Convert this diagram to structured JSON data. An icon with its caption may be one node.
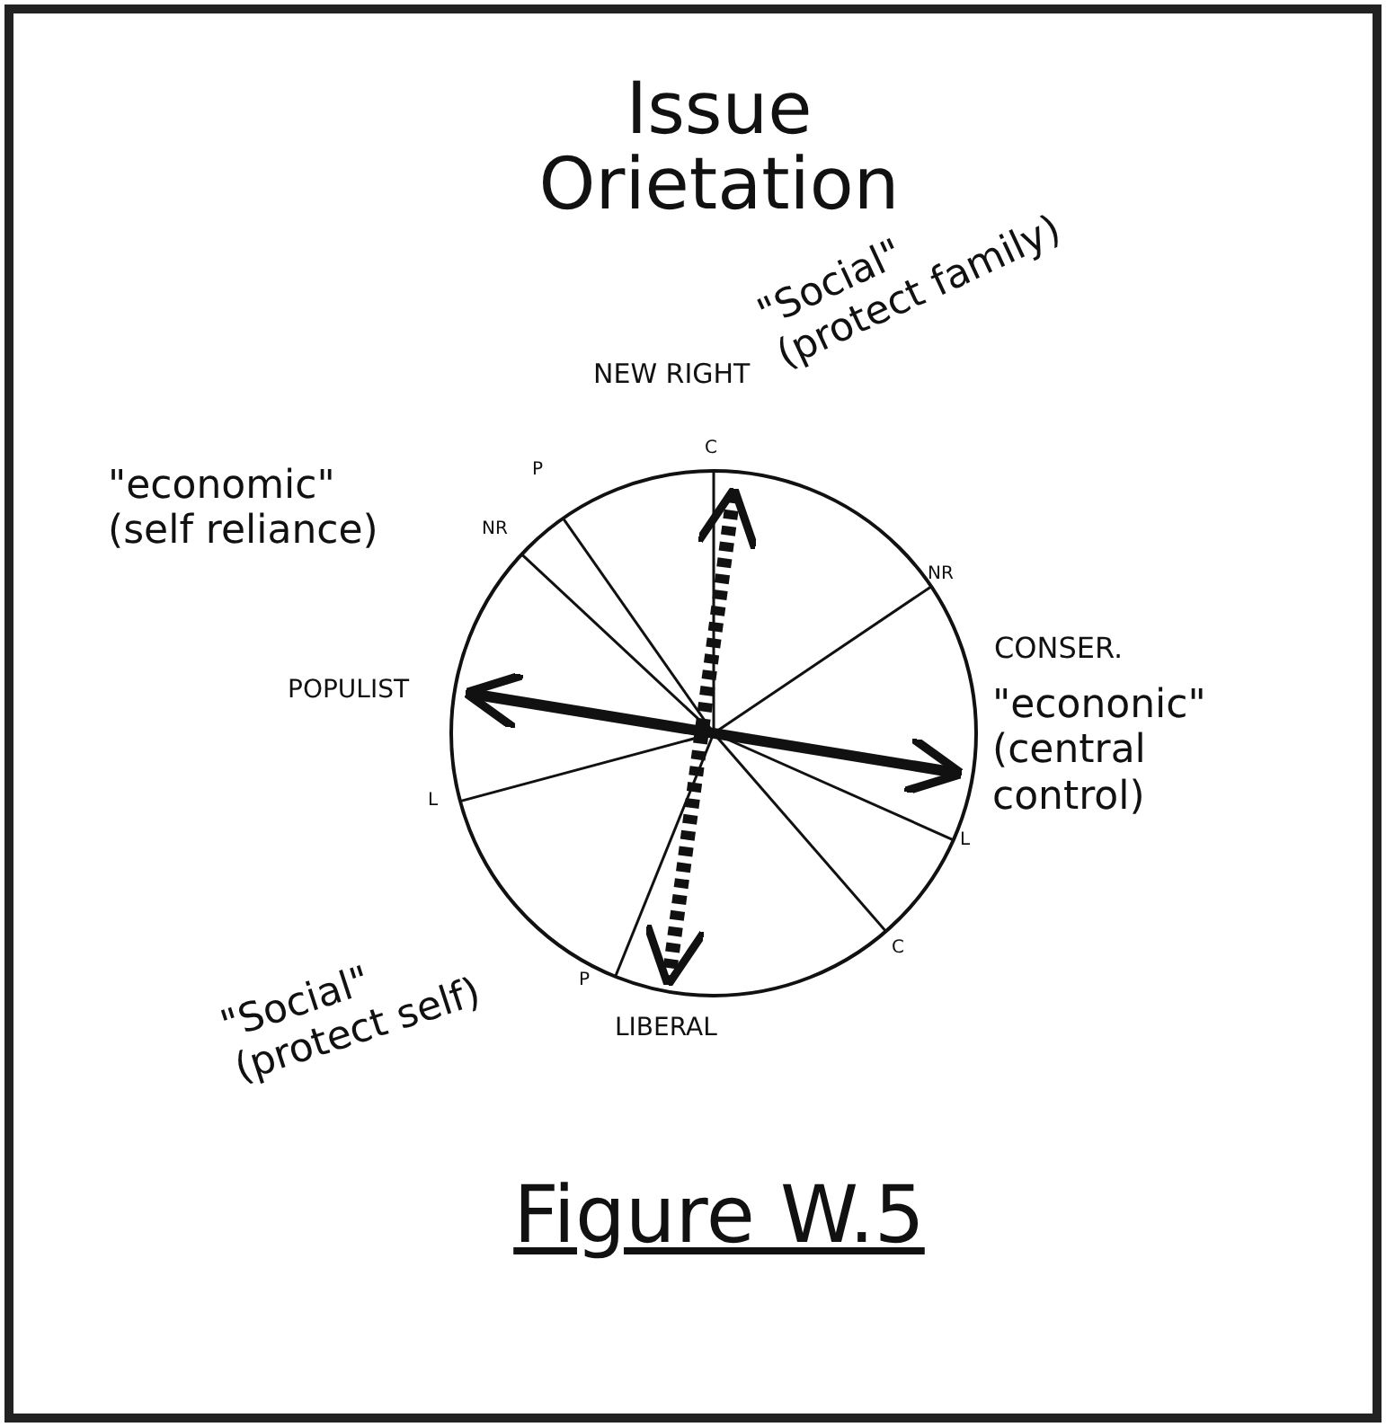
{
  "diagram": {
    "title": "Issue Orietation",
    "caption": "Figure W.5",
    "labels": [
      "NEW RIGHT",
      "\"Social\" (protect family)",
      "C",
      "P",
      "NR",
      "NR",
      "\"economic\" (self reliance)",
      "POPULIST",
      "CONSER.",
      "\"econonic\" (central control)",
      "L",
      "L",
      "C",
      "P",
      "\"Social\" (protect self)",
      "LIBERAL"
    ]
  }
}
